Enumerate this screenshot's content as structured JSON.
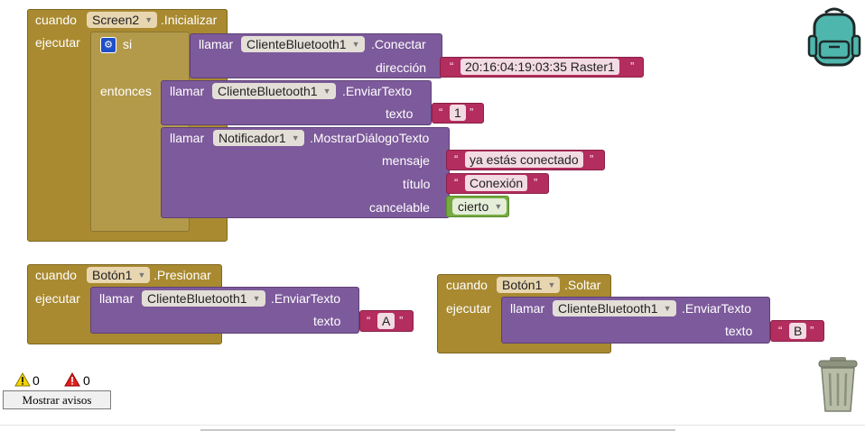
{
  "screen_event": {
    "when": "cuando",
    "component": "Screen2",
    "event": ".Inicializar",
    "do": "ejecutar",
    "if_label": "si",
    "then_label": "entonces",
    "connect_call": {
      "call": "llamar",
      "component": "ClienteBluetooth1",
      "method": ".Conectar",
      "param": "dirección",
      "value": "20:16:04:19:03:35 Raster1"
    },
    "send_call": {
      "call": "llamar",
      "component": "ClienteBluetooth1",
      "method": ".EnviarTexto",
      "param": "texto",
      "value": "1"
    },
    "dialog_call": {
      "call": "llamar",
      "component": "Notificador1",
      "method": ".MostrarDiálogoTexto",
      "message_param": "mensaje",
      "message_value": "ya estás conectado",
      "title_param": "título",
      "title_value": "Conexión",
      "cancel_param": "cancelable",
      "cancel_value": "cierto"
    }
  },
  "press_event": {
    "when": "cuando",
    "component": "Botón1",
    "event": ".Presionar",
    "do": "ejecutar",
    "call": {
      "call": "llamar",
      "component": "ClienteBluetooth1",
      "method": ".EnviarTexto",
      "param": "texto",
      "value": "A"
    }
  },
  "release_event": {
    "when": "cuando",
    "component": "Botón1",
    "event": ".Soltar",
    "do": "ejecutar",
    "call": {
      "call": "llamar",
      "component": "ClienteBluetooth1",
      "method": ".EnviarTexto",
      "param": "texto",
      "value": "B"
    }
  },
  "quote": "“",
  "quote_close": "”",
  "warnings": {
    "warning_count": "0",
    "error_count": "0",
    "toggle_label": "Mostrar avisos"
  },
  "icons": {
    "backpack": "backpack-icon",
    "trash": "trash-icon",
    "warning": "warning-icon",
    "error": "error-icon"
  },
  "colors": {
    "event": "#a98a30",
    "procedure": "#7d5a9b",
    "text": "#b32d5e",
    "logic": "#77ab41",
    "control": "#5b80c4"
  }
}
